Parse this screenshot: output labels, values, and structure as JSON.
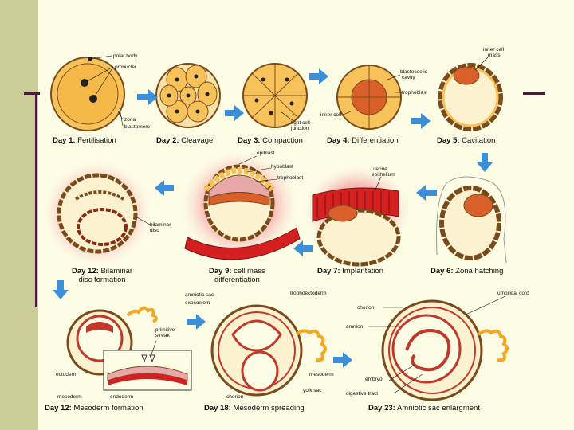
{
  "stages": [
    {
      "day": "Day 1:",
      "name": "Fertilisation"
    },
    {
      "day": "Day 2:",
      "name": "Cleavage"
    },
    {
      "day": "Day 3:",
      "name": "Compaction"
    },
    {
      "day": "Day 4:",
      "name": "Differentiation"
    },
    {
      "day": "Day 5:",
      "name": "Cavitation"
    },
    {
      "day": "Day 6:",
      "name": "Zona hatching"
    },
    {
      "day": "Day 7:",
      "name": "Implantation"
    },
    {
      "day": "Day 9:",
      "name": "cell mass",
      "name2": "differentiation"
    },
    {
      "day": "Day 12:",
      "name": "Bilaminar",
      "name2": "disc formation"
    },
    {
      "day": "Day 12:",
      "name": "Mesoderm formation"
    },
    {
      "day": "Day 18:",
      "name": "Mesoderm spreading"
    },
    {
      "day": "Day 23:",
      "name": "Amniotic sac enlargment"
    }
  ],
  "labels": {
    "polar_body": "polar body",
    "pronuclei": "pronuclei",
    "zona": "zona",
    "blastomere": "blastomere",
    "tight_cell_1": "tight cell",
    "tight_cell_2": "junction",
    "inner_cell": "inner cell",
    "blastocoelic_1": "blastocoelic",
    "blastocoelic_2": "cavity",
    "trophoblast_top": "trophoblast",
    "inner_cell_mass_1": "inner cell",
    "inner_cell_mass_2": "mass",
    "epiblast": "epiblast",
    "hypoblast": "hypoblast",
    "trophoblast": "trophoblast",
    "uterine_1": "uterine",
    "uterine_2": "epithelium",
    "bilaminar_1": "bilaminar",
    "bilaminar_2": "disc",
    "primitive_1": "primitive",
    "primitive_2": "streak",
    "ectoderm": "ectoderm",
    "mesoderm_bl": "mesoderm",
    "endoderm": "endoderm",
    "amniotic_sac": "amniotic sac",
    "exocoelom": "exocoelom",
    "trophoectoderm": "trophoectoderm",
    "mesoderm": "mesoderm",
    "yolk_sac": "yolk sac",
    "chorion_mid": "chorion",
    "chorion": "chorion",
    "amnion": "amnion",
    "umbilical_cord": "umbilical cord",
    "embryo": "embryo",
    "digestive_tract": "digestive tract"
  },
  "colors": {
    "cell_fill": "#f8c25a",
    "cell_stroke": "#7a4a1a",
    "inner_mass": "#d9602a",
    "red_tissue": "#d42020",
    "arrow": "#3b8fd8",
    "glow": "#f5a0a0"
  }
}
